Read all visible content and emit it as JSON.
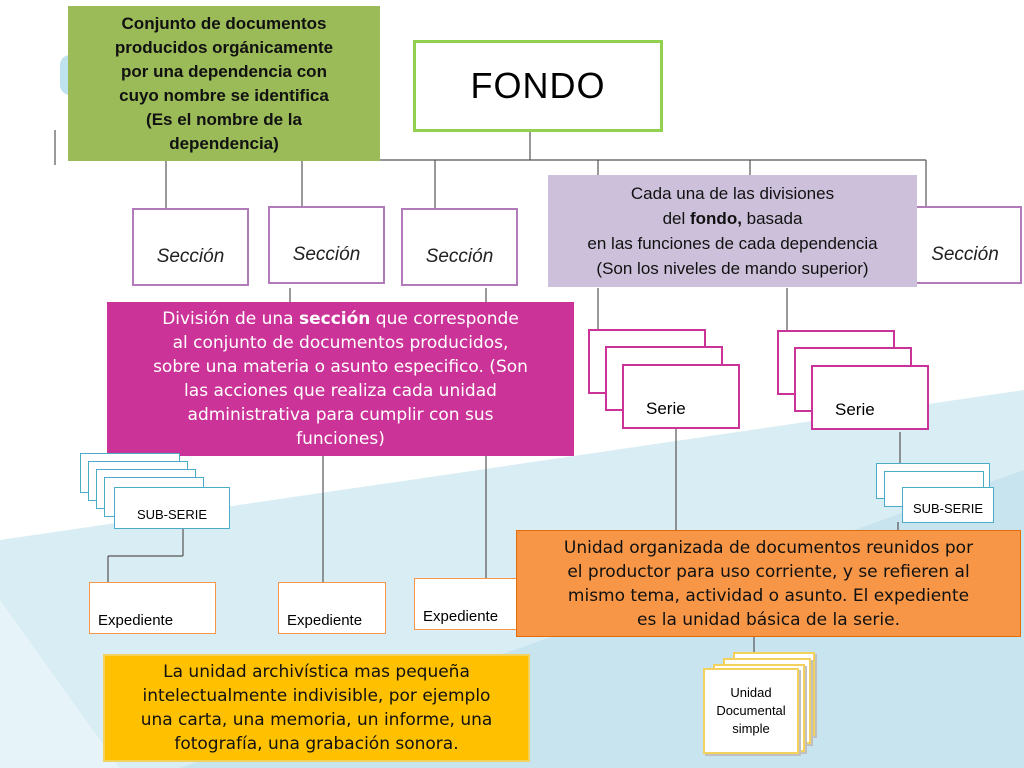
{
  "diagram": {
    "fondo": {
      "label": "FONDO"
    },
    "fondo_definition": [
      "Conjunto de documentos",
      "producidos orgánicamente",
      "por una dependencia con",
      "cuyo nombre se identifica",
      "(Es el nombre de la",
      "dependencia)"
    ],
    "secciones": [
      {
        "label": "Sección"
      },
      {
        "label": "Sección"
      },
      {
        "label": "Sección"
      },
      {
        "label": "Sección"
      }
    ],
    "seccion_definition": {
      "line1": "Cada una de las divisiones",
      "line2_pre": "del ",
      "line2_bold": "fondo,",
      "line2_post": " basada",
      "line3": "en las funciones de cada dependencia",
      "line4": "(Son los niveles de mando superior)"
    },
    "serie_definition": {
      "line1_pre": "División de una ",
      "line1_bold": "sección",
      "line1_post": " que corresponde",
      "line2": "al conjunto de documentos producidos,",
      "line3": "sobre una materia o asunto especifico. (Son",
      "line4": "las acciones que realiza cada unidad",
      "line5": "administrativa para cumplir con sus",
      "line6": "funciones)"
    },
    "series": [
      {
        "label": "Serie"
      },
      {
        "label": "Serie"
      }
    ],
    "subseries": [
      {
        "label": "SUB-SERIE"
      },
      {
        "label": "SUB-SERIE"
      }
    ],
    "expedientes": [
      {
        "label": "Expediente"
      },
      {
        "label": "Expediente"
      },
      {
        "label": "Expediente"
      }
    ],
    "expediente_definition": [
      "Unidad organizada de documentos reunidos por",
      "el productor para uso corriente, y  se refieren al",
      "mismo tema, actividad o asunto.  El expediente",
      "es la unidad básica de la serie."
    ],
    "unidad_documental": {
      "line1": "Unidad",
      "line2": "Documental",
      "line3": "simple"
    },
    "unidad_definition": [
      "La unidad archivística mas pequeña",
      "intelectualmente indivisible, por ejemplo",
      "una carta, una memoria, un informe, una",
      "fotografía, una grabación sonora."
    ]
  },
  "colors": {
    "green": "#9bbb59",
    "purple": "#ccc0da",
    "magenta": "#cc3399",
    "orange": "#f79646",
    "yellow": "#ffc000",
    "connector": "#555555"
  }
}
